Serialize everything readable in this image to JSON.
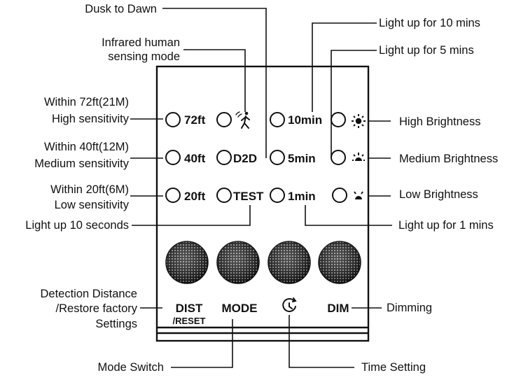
{
  "callouts": {
    "dusk_to_dawn": "Dusk to Dawn",
    "infrared_line1": "Infrared human",
    "infrared_line2": "sensing mode",
    "light_10min": "Light up for 10 mins",
    "light_5min": "Light up for 5 mins",
    "within72_line1": "Within 72ft(21M)",
    "within72_line2": "High sensitivity",
    "within40_line1": "Within 40ft(12M)",
    "within40_line2": "Medium sensitivity",
    "within20_line1": "Within 20ft(6M)",
    "within20_line2": "Low sensitivity",
    "light_10sec": "Light up 10 seconds",
    "high_brightness": "High Brightness",
    "medium_brightness": "Medium Brightness",
    "low_brightness": "Low Brightness",
    "light_1min": "Light up for 1 mins",
    "detection_line1": "Detection Distance",
    "detection_line2": "/Restore factory",
    "detection_line3": "Settings",
    "dimming": "Dimming",
    "mode_switch": "Mode Switch",
    "time_setting": "Time Setting"
  },
  "panel": {
    "options": {
      "ft72": "72ft",
      "ft40": "40ft",
      "ft20": "20ft",
      "d2d": "D2D",
      "test": "TEST",
      "min10": "10min",
      "min5": "5min",
      "min1": "1min"
    },
    "buttons": {
      "dist": "DIST",
      "reset": "/RESET",
      "mode": "MODE",
      "dim": "DIM"
    }
  },
  "icons": {
    "infrared": "walking-person-icon",
    "high_brightness": "sun-full-icon",
    "medium_brightness": "sun-half-icon",
    "low_brightness": "sun-low-icon",
    "time_setting": "clock-icon"
  }
}
